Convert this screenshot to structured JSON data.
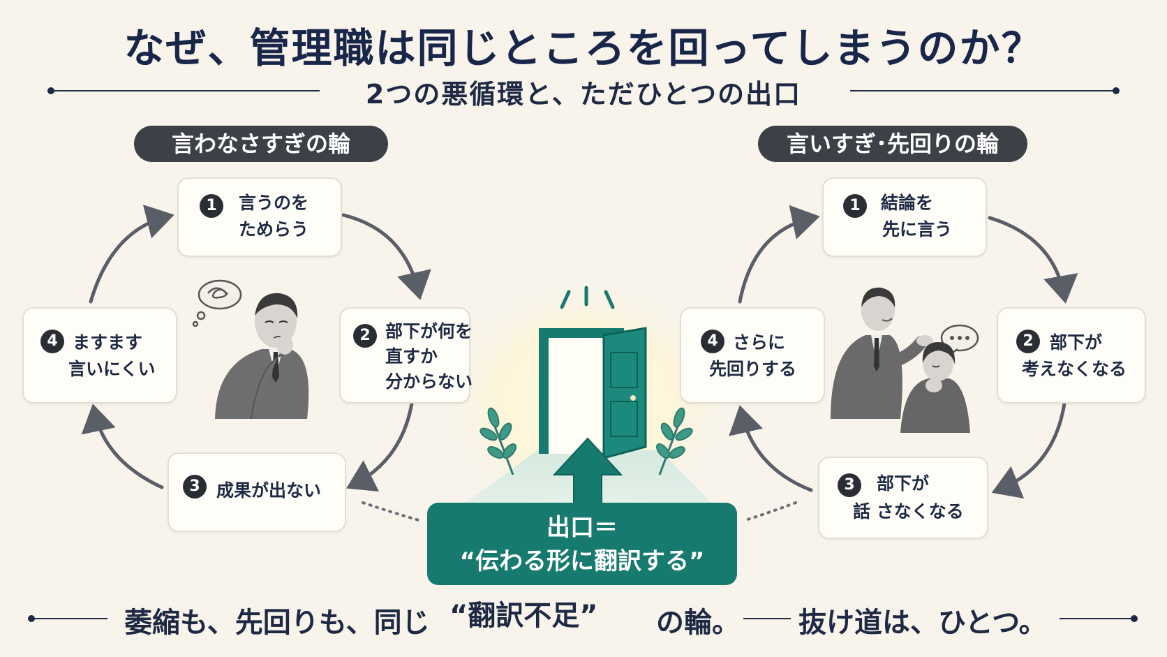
{
  "title": "なぜ、管理職は同じところを回ってしまうのか？",
  "subtitle": "2つの悪循環と、ただひとつの出口",
  "left_cycle": {
    "label": "言わなさすぎの輪",
    "steps": [
      {
        "num": "1",
        "line1": "言うのを",
        "line2": "ためらう"
      },
      {
        "num": "2",
        "line1": "部下が何を",
        "line2": "直すか",
        "line3": "分からない"
      },
      {
        "num": "3",
        "line1": "成果が出ない"
      },
      {
        "num": "4",
        "line1": "ますます",
        "line2": "言いにくい"
      }
    ]
  },
  "right_cycle": {
    "label": "言いすぎ･先回りの輪",
    "steps": [
      {
        "num": "1",
        "line1": "結論を",
        "line2": "先に言う"
      },
      {
        "num": "2",
        "line1": "部下が",
        "line2": "考えなくなる"
      },
      {
        "num": "3",
        "line1": "部下が",
        "line2": "話 さなくなる"
      },
      {
        "num": "4",
        "line1": "さらに",
        "line2": "先回りする"
      }
    ]
  },
  "exit": {
    "line1": "出口＝",
    "line2": "“伝わる形に翻訳する”"
  },
  "bottom": {
    "part1": "萎縮も、先回りも、同じ",
    "highlight": "“翻訳不足”",
    "part2": "の輪。",
    "part3": "抜け道は、ひとつ。"
  },
  "colors": {
    "background": "#f8f4ec",
    "navy": "#1e2a44",
    "teal": "#167a6e",
    "orange": "#e8681c",
    "pill": "#3c4047"
  },
  "icons": [
    "thought-scribble-icon",
    "speech-ellipsis-icon",
    "open-door-icon",
    "up-arrow-icon",
    "leaf-sprig-icon"
  ]
}
